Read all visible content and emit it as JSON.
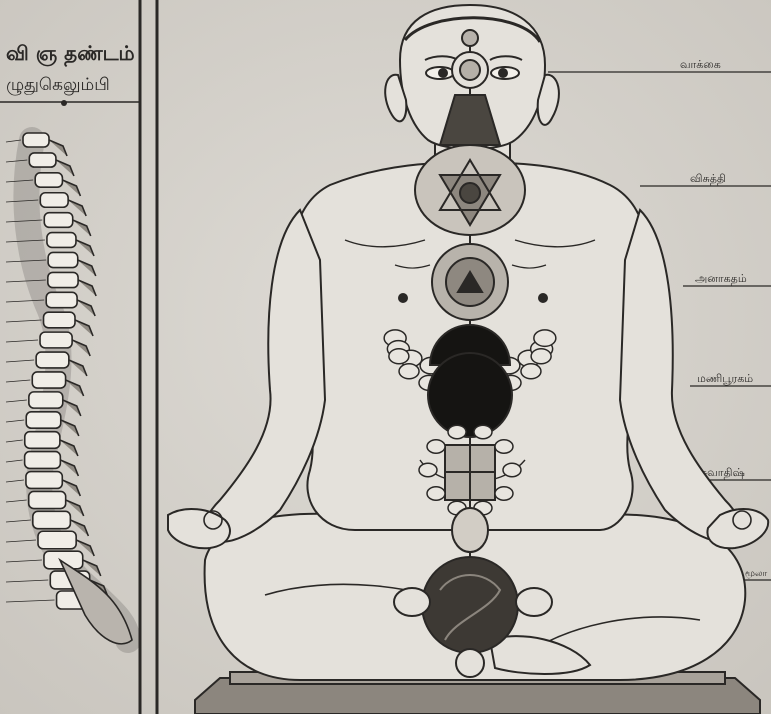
{
  "image": {
    "title_fragment_1": "வி ஞ தண்டம்",
    "title_fragment_2": "ழுதுகெலும்பி",
    "chakra_labels": [
      "வாக்கை",
      "விசுத்தி",
      "அனாகதம்",
      "மணிபூரகம்",
      "சுவாதிஷ்",
      "மூலா"
    ],
    "colors": {
      "paper": "#d9d6d0",
      "ink": "#2a2826",
      "body_fill": "#e4e1db",
      "dark_chakra": "#151412"
    }
  }
}
